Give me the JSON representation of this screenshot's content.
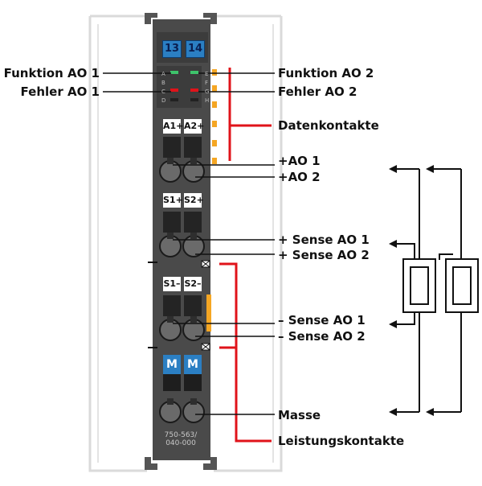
{
  "module": {
    "channel_numbers": [
      "13",
      "14"
    ],
    "led_letters_left": [
      "A",
      "B",
      "C",
      "D"
    ],
    "led_letters_right": [
      "E",
      "F",
      "G",
      "H"
    ],
    "slot_tags_row1": [
      "A1+",
      "A2+"
    ],
    "slot_tags_row2": [
      "S1+",
      "S2+"
    ],
    "slot_tags_row3": [
      "S1–",
      "S2–"
    ],
    "ground_tags": [
      "M",
      "M"
    ],
    "model_line1": "750-563/",
    "model_line2": "040-000"
  },
  "labels": {
    "funktion_ao1": "Funktion AO 1",
    "fehler_ao1": "Fehler AO 1",
    "funktion_ao2": "Funktion AO 2",
    "fehler_ao2": "Fehler AO 2",
    "datenkontakte": "Datenkontakte",
    "plus_ao1": "+AO 1",
    "plus_ao2": "+AO 2",
    "plus_sense_ao1": "+ Sense AO 1",
    "plus_sense_ao2": "+ Sense AO 2",
    "minus_sense_ao1": "– Sense AO 1",
    "minus_sense_ao2": "– Sense AO 2",
    "masse": "Masse",
    "leistungskontakte": "Leistungskontakte"
  },
  "colors": {
    "module_body": "#4a4a4a",
    "module_outline": "#d9d9d9",
    "channel_blue": "#2b7fc3",
    "contact_orange": "#f5a623",
    "bracket_red": "#e0131a",
    "led_green": "#3ec36b",
    "led_red": "#e0131a",
    "wire": "#111111"
  }
}
